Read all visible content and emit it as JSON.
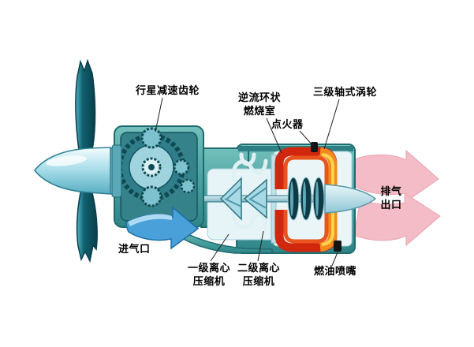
{
  "figure": {
    "type": "turboprop-engine-cutaway-diagram",
    "labels": {
      "planetary_gear": "行星减速齿轮",
      "combustor": "逆流环状\n燃烧室",
      "turbine": "三级轴式涡轮",
      "igniter": "点火器",
      "exhaust": "排气\n出口",
      "inlet": "进气口",
      "compressor_stage1": "一级离心\n压缩机",
      "compressor_stage2": "二级离心\n压缩机",
      "fuel_nozzle": "燃油喷嘴"
    },
    "colors": {
      "background": "#ffffff",
      "engine_body": "#4aa3a2",
      "propeller_teal": "#11606f",
      "spinner_cyan": "#abdfeb",
      "combustor_red": "#d2270f",
      "flame_orange": "#f28a1e",
      "flame_yellow": "#ffd34d",
      "exhaust_pink": "#f4bcc6",
      "intake_blue": "#4aa0d8",
      "label_text": "#000000"
    }
  }
}
